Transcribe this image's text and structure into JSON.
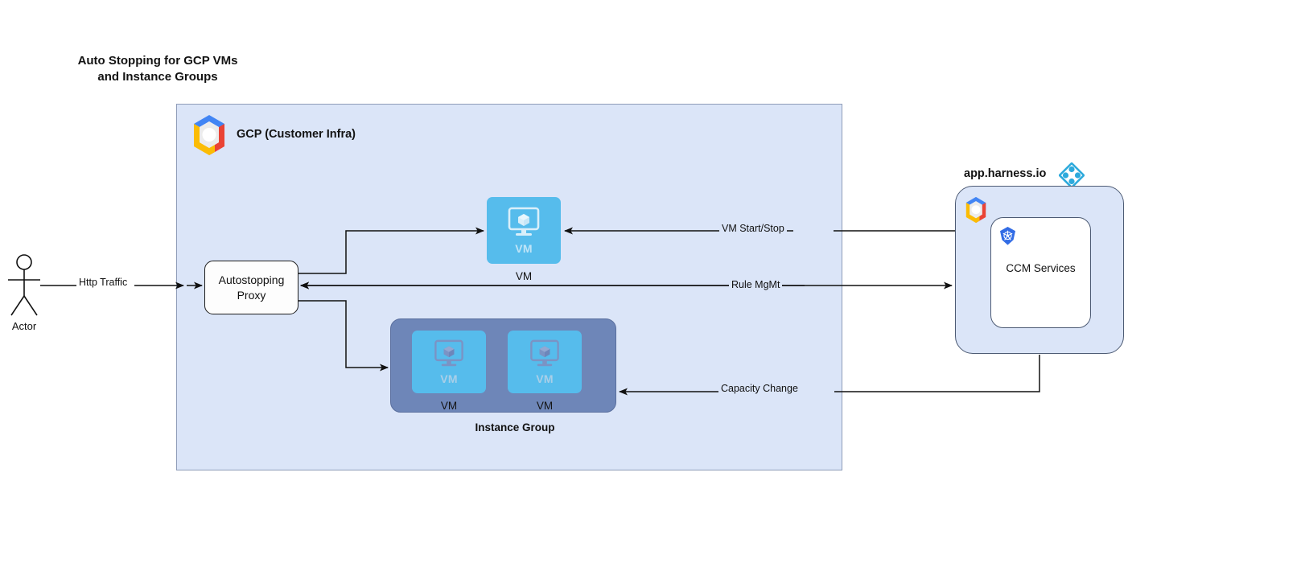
{
  "title": "Auto Stopping for GCP VMs\nand Instance Groups",
  "gcp_boundary": {
    "label": "GCP (Customer Infra)",
    "logo": "gcp-logo",
    "fill": "#dbe5f8"
  },
  "actor": {
    "label": "Actor",
    "icon": "actor-stick-figure-icon"
  },
  "proxy": {
    "label": "Autostopping\nProxy"
  },
  "vm_standalone": {
    "inner_label": "VM",
    "caption": "VM",
    "icon": "vm-monitor-cube-icon",
    "color": "#56bcec"
  },
  "instance_group": {
    "caption": "Instance Group",
    "fill": "#6e86b8",
    "vms": [
      {
        "inner_label": "VM",
        "caption": "VM",
        "icon": "vm-monitor-cube-icon"
      },
      {
        "inner_label": "VM",
        "caption": "VM",
        "icon": "vm-monitor-cube-icon"
      }
    ]
  },
  "harness": {
    "title": "app.harness.io",
    "logo": "harness-diamond-logo",
    "gcp_logo": "gcp-logo",
    "ccm": {
      "label": "CCM Services",
      "icon": "kubernetes-icon"
    },
    "accent": "#2eaadc"
  },
  "edges": [
    {
      "name": "http-traffic",
      "label": "Http Traffic"
    },
    {
      "name": "vm-start-stop",
      "label": "VM Start/Stop"
    },
    {
      "name": "rule-mgmt",
      "label": "Rule MgMt"
    },
    {
      "name": "capacity-change",
      "label": "Capacity Change"
    }
  ]
}
